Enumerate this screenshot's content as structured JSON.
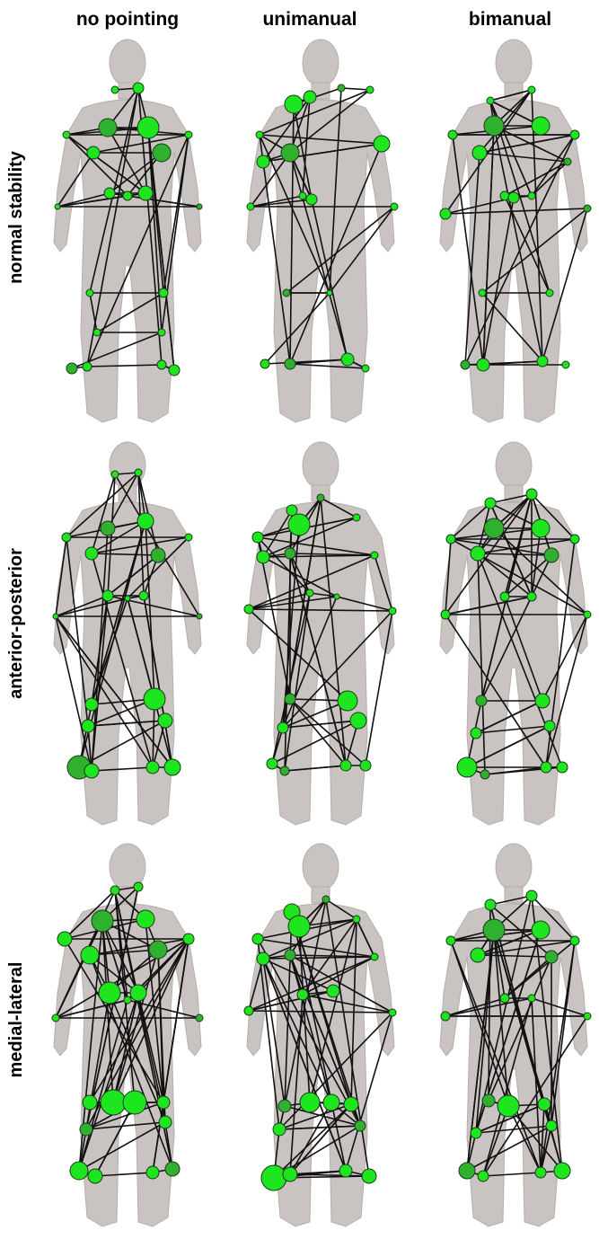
{
  "columns": [
    "no pointing",
    "unimanual",
    "bimanual"
  ],
  "rows": [
    "normal stability",
    "anterior-posterior",
    "medial-lateral"
  ],
  "colors": {
    "node": "#1ee61e",
    "node_dark": "#2fb02f",
    "edge": "#111111",
    "body": "#c9c3c1"
  }
}
